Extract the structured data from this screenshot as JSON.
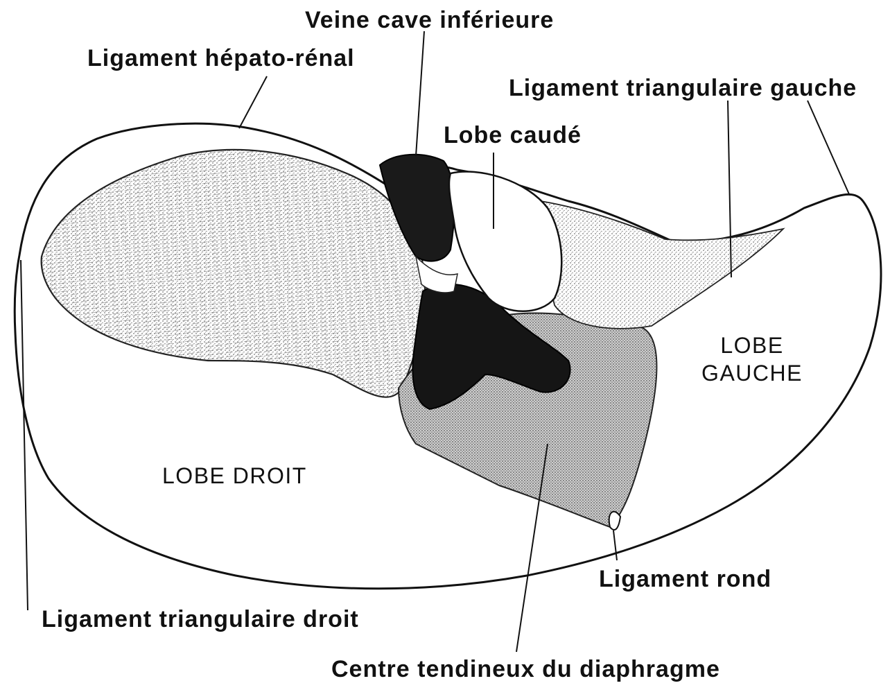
{
  "labels": {
    "veine_cave_inferieure": "Veine cave inférieure",
    "ligament_hepato_renal": "Ligament hépato-rénal",
    "ligament_triangulaire_gauche": "Ligament triangulaire gauche",
    "lobe_caude": "Lobe caudé",
    "lobe_gauche_line1": "LOBE",
    "lobe_gauche_line2": "GAUCHE",
    "lobe_droit": "LOBE DROIT",
    "ligament_rond": "Ligament rond",
    "ligament_triangulaire_droit": "Ligament triangulaire droit",
    "centre_tendineux": "Centre tendineux du diaphragme"
  },
  "colors": {
    "ink": "#111111",
    "stipple": "#9a9a9a",
    "vessel": "#1a1a1a",
    "background": "#ffffff"
  }
}
